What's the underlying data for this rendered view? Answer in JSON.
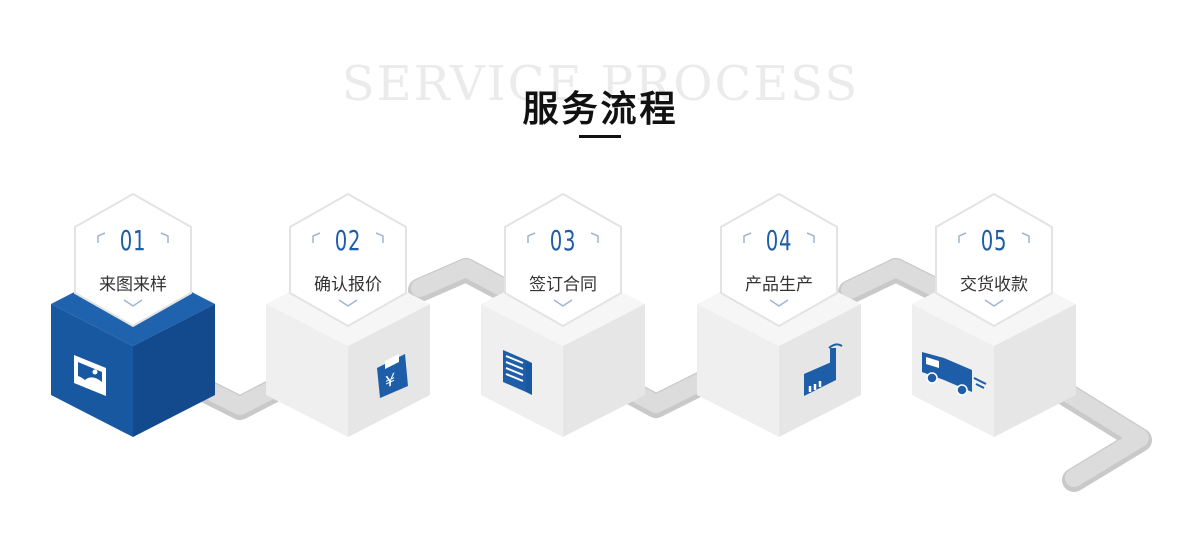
{
  "header": {
    "background_title": "SERVICE PROCESS",
    "title": "服务流程"
  },
  "colors": {
    "accent": "#1e5ea8",
    "cube_active_top": "#1f62ad",
    "cube_active_left": "#1858a0",
    "cube_active_right": "#124a8d",
    "cube_top": "#f6f6f6",
    "cube_left": "#efefef",
    "cube_right": "#e6e6e6",
    "pipe": "#d6d6d6"
  },
  "steps": [
    {
      "number": "01",
      "label": "来图来样",
      "icon": "image-card-icon",
      "active": true
    },
    {
      "number": "02",
      "label": "确认报价",
      "icon": "price-document-icon",
      "active": false
    },
    {
      "number": "03",
      "label": "签订合同",
      "icon": "contract-document-icon",
      "active": false
    },
    {
      "number": "04",
      "label": "产品生产",
      "icon": "factory-icon",
      "active": false
    },
    {
      "number": "05",
      "label": "交货收款",
      "icon": "delivery-truck-icon",
      "active": false
    }
  ]
}
